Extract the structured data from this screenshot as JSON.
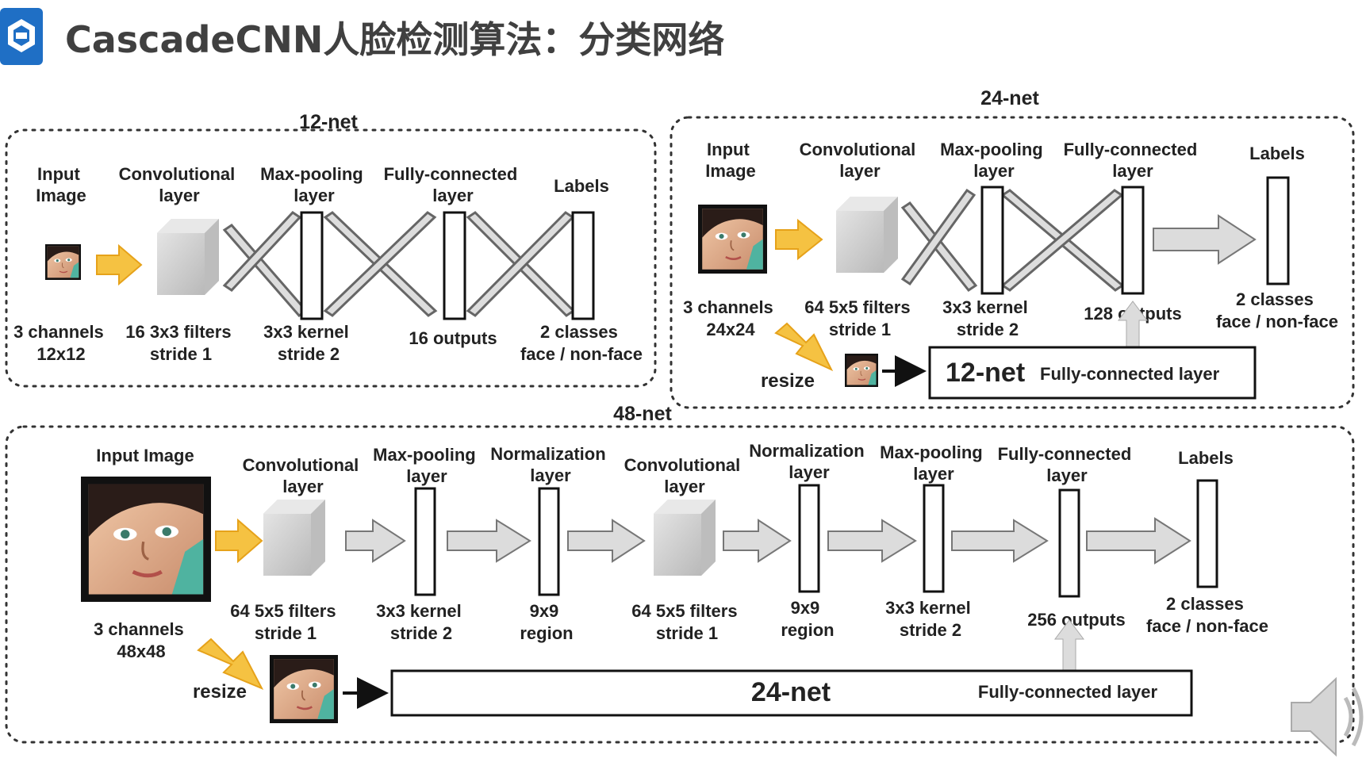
{
  "header": {
    "title": "CascadeCNN人脸检测算法：分类网络",
    "logo_icon": "blue-hexagon-logo-icon"
  },
  "colors": {
    "accent_arrow": "#f5c242",
    "logo_blue": "#1f6fc5",
    "title_gray": "#404040",
    "frame_dash": "#333333"
  },
  "net12": {
    "title": "12-net",
    "headers": {
      "input": [
        "Input",
        "Image"
      ],
      "conv": [
        "Convolutional",
        "layer"
      ],
      "pool": [
        "Max-pooling",
        "layer"
      ],
      "fc": [
        "Fully-connected",
        "layer"
      ],
      "labels": "Labels"
    },
    "captions": {
      "input": [
        "3 channels",
        "12x12"
      ],
      "conv": [
        "16 3x3 filters",
        "stride 1"
      ],
      "pool": [
        "3x3 kernel",
        "stride 2"
      ],
      "fc": "16 outputs",
      "labels": [
        "2 classes",
        "face / non-face"
      ]
    }
  },
  "net24": {
    "title": "24-net",
    "headers": {
      "input": [
        "Input",
        "Image"
      ],
      "conv": [
        "Convolutional",
        "layer"
      ],
      "pool": [
        "Max-pooling",
        "layer"
      ],
      "fc": [
        "Fully-connected",
        "layer"
      ],
      "labels": "Labels"
    },
    "captions": {
      "input": [
        "3 channels",
        "24x24"
      ],
      "conv": [
        "64 5x5 filters",
        "stride 1"
      ],
      "pool": [
        "3x3 kernel",
        "stride 2"
      ],
      "fc": "128 outputs",
      "labels": [
        "2 classes",
        "face / non-face"
      ]
    },
    "resize": "resize",
    "subnet_big": "12-net",
    "subnet_small": "Fully-connected layer"
  },
  "net48": {
    "title": "48-net",
    "headers": {
      "input": "Input Image",
      "conv1": [
        "Convolutional",
        "layer"
      ],
      "pool1": [
        "Max-pooling",
        "layer"
      ],
      "norm1": [
        "Normalization",
        "layer"
      ],
      "conv2": [
        "Convolutional",
        "layer"
      ],
      "norm2": [
        "Normalization",
        "layer"
      ],
      "pool2": [
        "Max-pooling",
        "layer"
      ],
      "fc": [
        "Fully-connected",
        "layer"
      ],
      "labels": "Labels"
    },
    "captions": {
      "input": [
        "3 channels",
        "48x48"
      ],
      "conv1": [
        "64 5x5 filters",
        "stride 1"
      ],
      "pool1": [
        "3x3 kernel",
        "stride 2"
      ],
      "norm1": [
        "9x9",
        "region"
      ],
      "conv2": [
        "64 5x5 filters",
        "stride 1"
      ],
      "norm2": [
        "9x9",
        "region"
      ],
      "pool2": [
        "3x3 kernel",
        "stride 2"
      ],
      "fc": "256 outputs",
      "labels": [
        "2 classes",
        "face / non-face"
      ]
    },
    "resize": "resize",
    "subnet_big": "24-net",
    "subnet_small": "Fully-connected layer"
  },
  "speaker_icon": "speaker-icon"
}
